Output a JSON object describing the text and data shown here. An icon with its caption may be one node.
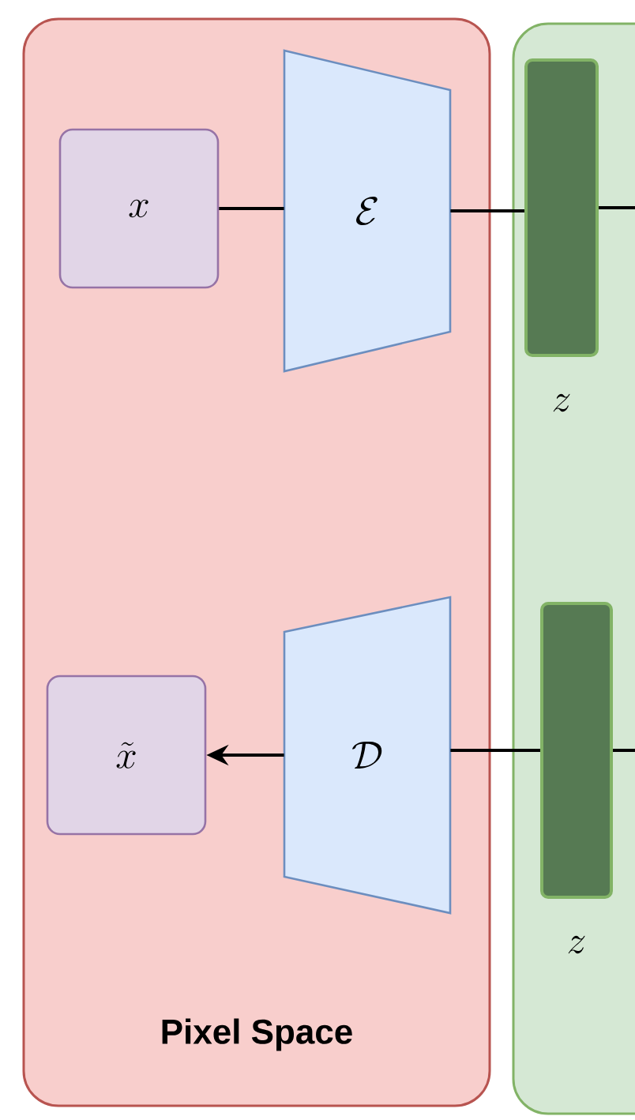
{
  "diagram": {
    "nodes": [
      {
        "text": [
          "Pixel Space"
        ]
      },
      {
        "text": [
          "x"
        ],
        "in": 0
      },
      {
        "text": [
          "\\mathcal{E}"
        ],
        "in": 0
      },
      {
        "text": [
          "\\tilde{x}"
        ],
        "in": 0
      },
      {
        "text": [
          "\\mathcal{D}"
        ],
        "in": 0
      },
      {
        "text": [],
        "shape": "box"
      },
      {
        "text": [],
        "shape": "bar",
        "in": 5,
        "beside": [
          "z"
        ]
      },
      {
        "text": [],
        "shape": "bar",
        "in": 5,
        "beside": [
          "z"
        ]
      }
    ],
    "edges": [
      {
        "from": 1,
        "to": 2,
        "arrow": "none"
      },
      {
        "from": 2,
        "to": 6,
        "arrow": "none"
      },
      {
        "from": 6,
        "to": null,
        "arrow": "none"
      },
      {
        "from": null,
        "to": 7,
        "arrow": "none"
      },
      {
        "from": 7,
        "to": 4,
        "arrow": "none"
      },
      {
        "from": 4,
        "to": 3,
        "arrow": "to"
      }
    ]
  }
}
